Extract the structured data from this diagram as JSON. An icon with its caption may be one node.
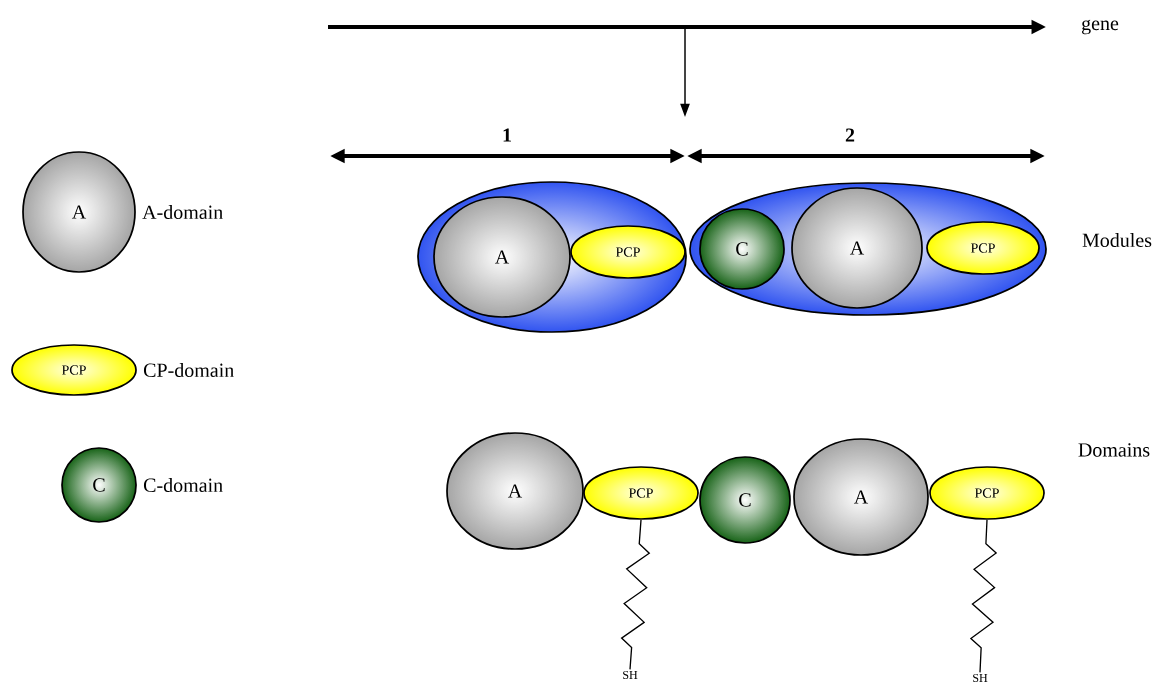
{
  "diagram": {
    "nodes": [
      {
        "text": [
          "A"
        ],
        "beside": [
          "A-domain"
        ]
      },
      {
        "text": [
          "PCP"
        ],
        "beside": [
          "CP-domain"
        ]
      },
      {
        "text": [
          "C"
        ],
        "beside": [
          "C-domain"
        ]
      },
      {
        "text": [],
        "shape": "ellipse"
      },
      {
        "text": [
          "A"
        ],
        "in": 3
      },
      {
        "text": [
          "PCP"
        ],
        "in": 3
      },
      {
        "text": [],
        "shape": "ellipse"
      },
      {
        "text": [
          "C"
        ],
        "in": 6
      },
      {
        "text": [
          "A"
        ],
        "in": 6
      },
      {
        "text": [
          "PCP"
        ],
        "in": 6
      },
      {
        "text": [
          "A"
        ]
      },
      {
        "text": [
          "PCP"
        ]
      },
      {
        "text": [
          "C"
        ]
      },
      {
        "text": [
          "A"
        ]
      },
      {
        "text": [
          "PCP"
        ]
      },
      {
        "text": [
          "SH"
        ]
      },
      {
        "text": [
          "SH"
        ]
      },
      {
        "text": [
          "gene"
        ]
      }
    ],
    "edges": [
      {
        "from": 11,
        "to": 15,
        "arrow": "none"
      },
      {
        "from": 14,
        "to": 16,
        "arrow": "none"
      },
      {
        "from": null,
        "to": 17,
        "arrow": "to",
        "style": "thick"
      }
    ],
    "labels": [
      "1",
      "2",
      "Modules",
      "Domains"
    ]
  }
}
